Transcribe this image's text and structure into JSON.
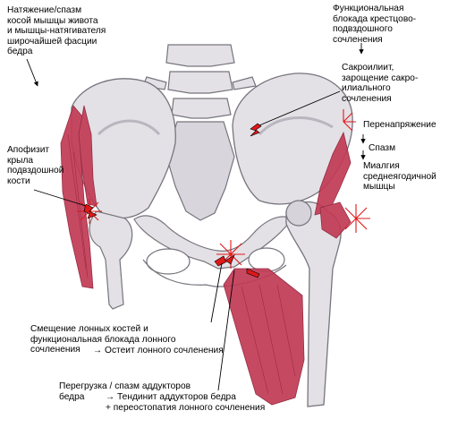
{
  "labels": {
    "tension": "Натяжение/спазм\nкосой мышцы живота\nи мышцы-натягивателя\nширочайшей фасции\nбедра",
    "apophysitis": "Апофизит\nкрыла\nподвздошной\nкости",
    "sacroiliac_block": "Функциональная\nблокада крестцово-\nподвздошного\nсочленения",
    "sacroiliitis": "Сакроилиит,\nзарощение сакро-\nилиального\nсочленения",
    "overstrain": "Перенапряжение",
    "spasm": "Спазм",
    "myalgia": "Миалгия\nсреднеягодичной\nмышцы",
    "pubic_shift": "Смещение лонных костей и\nфункциональная блокада лонного\nсочленения",
    "osteitis": "→ Остеит лонного сочленения",
    "adductor_overload": "Перегрузка / спазм аддукторов\nбедра",
    "adductor_tendinitis": "→ Тендинит аддукторов бедра\n+ переостопатия лонного сочленения"
  },
  "colors": {
    "bone": "#e3e1e6",
    "bone_shadow": "#b9b6bf",
    "muscle": "#c23a55",
    "pain_red": "#e01818"
  }
}
